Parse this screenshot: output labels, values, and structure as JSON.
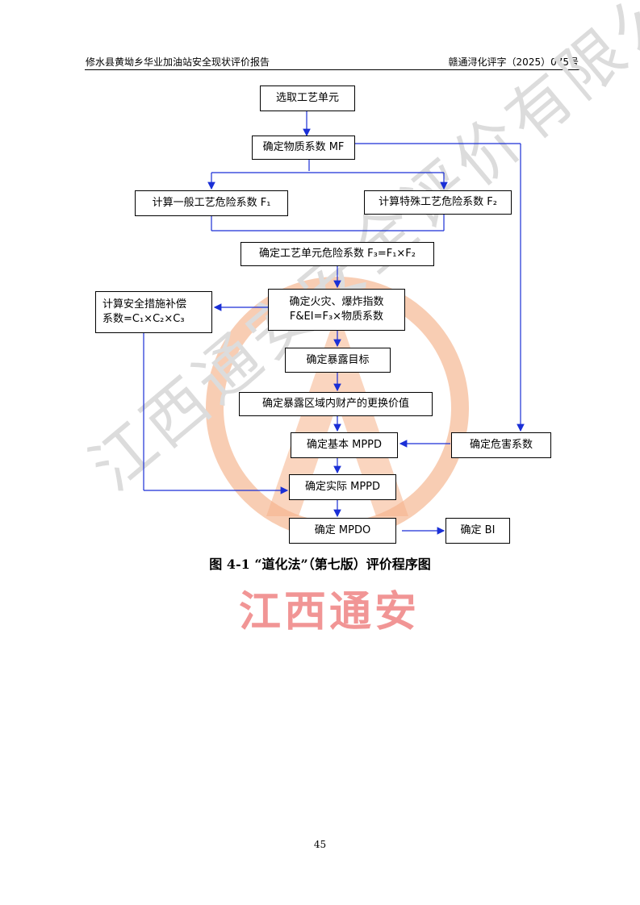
{
  "header": {
    "left": "修水县黄坳乡华业加油站安全现状评价报告",
    "right": "赣通浔化评字（2025）075号"
  },
  "flowchart": {
    "select_unit": "选取工艺单元",
    "material_factor": "确定物质系数 MF",
    "general_hazard": "计算一般工艺危险系数 F₁",
    "special_hazard": "计算特殊工艺危险系数 F₂",
    "unit_hazard": "确定工艺单元危险系数 F₃=F₁×F₂",
    "fei_line1": "确定火灾、爆炸指数",
    "fei_line2": "F&EI=F₃×物质系数",
    "safety_line1": "计算安全措施补偿",
    "safety_line2": "系数=C₁×C₂×C₃",
    "exposure_target": "确定暴露目标",
    "replacement_value": "确定暴露区域内财产的更换价值",
    "base_mppd": "确定基本 MPPD",
    "damage_factor": "确定危害系数",
    "actual_mppd": "确定实际 MPPD",
    "mpdo": "确定 MPDO",
    "bi": "确定 BI"
  },
  "caption": "图 4-1    “道化法”（第七版）评价程序图",
  "watermark": {
    "text": "江西通安",
    "diagonal": "江西通安安全评价有限公司"
  },
  "page_number": "45",
  "colors": {
    "arrow": "#1a2fd6",
    "watermark_red": "#f08a8a",
    "watermark_orange": "#f6b38a"
  }
}
